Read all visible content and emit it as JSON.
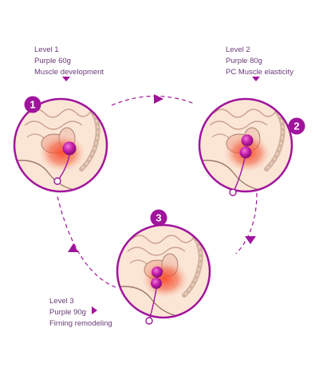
{
  "stages": [
    {
      "number": "1",
      "lines": [
        "Level 1",
        "Purple 60g",
        "Muscle development"
      ]
    },
    {
      "number": "2",
      "lines": [
        "Level 2",
        "Purple 80g",
        "PC Muscle elasticity"
      ]
    },
    {
      "number": "3",
      "lines": [
        "Level 3",
        "Purple 90g",
        "Firning remodeling"
      ]
    }
  ],
  "colors": {
    "accent": "#a0149c",
    "circle_border": "#a0149c",
    "skin": "#f6dcc8",
    "organ_red": "#e8403a",
    "ball_purple": "#c21aa8",
    "line_art": "#9c7a6a"
  }
}
